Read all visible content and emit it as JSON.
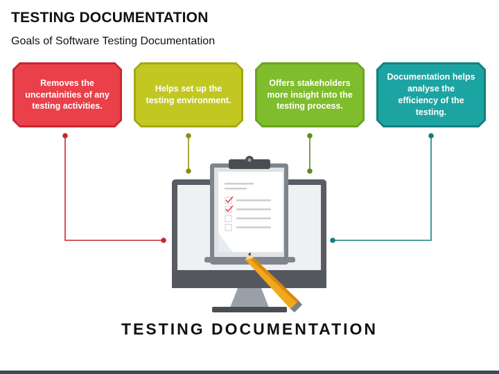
{
  "title": "TESTING DOCUMENTATION",
  "subtitle": "Goals of Software Testing Documentation",
  "goals": [
    {
      "text": "Removes the uncertainities of any testing activities.",
      "color": "#e9404a"
    },
    {
      "text": "Helps set up the testing environment.",
      "color": "#c3c722"
    },
    {
      "text": "Offers stakeholders more insight into the testing process.",
      "color": "#7fbd2c"
    },
    {
      "text": "Documentation helps analyse the efficiency of the testing.",
      "color": "#1ca4a2"
    }
  ],
  "center_label": "TESTING DOCUMENTATION",
  "icons": {
    "monitor": "monitor-icon",
    "clipboard": "clipboard-icon",
    "pencil": "pencil-icon"
  }
}
